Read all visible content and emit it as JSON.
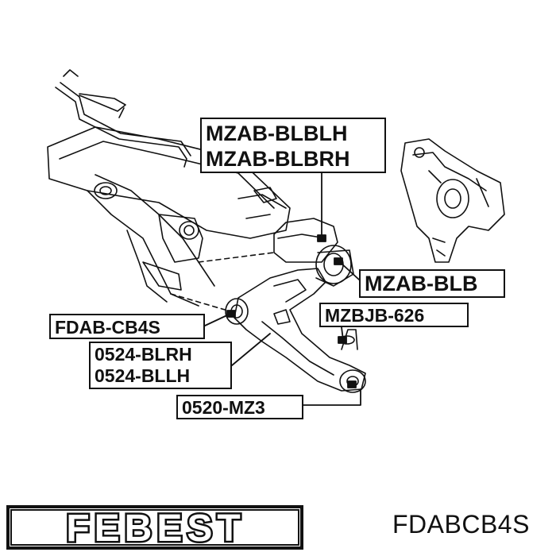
{
  "labels": {
    "mzab_blblh": [
      "MZAB-BLBLH",
      "MZAB-BLBRH"
    ],
    "mzab_blb": "MZAB-BLB",
    "mzbjb_626": "MZBJB-626",
    "fdab_cb4s": "FDAB-CB4S",
    "arm_0524": [
      "0524-BLRH",
      "0524-BLLH"
    ],
    "arm_0520": "0520-MZ3"
  },
  "brand": {
    "logo_text": "FEBEST",
    "part_number": "FDABCB4S"
  },
  "colors": {
    "ink": "#111111",
    "background": "#ffffff"
  }
}
